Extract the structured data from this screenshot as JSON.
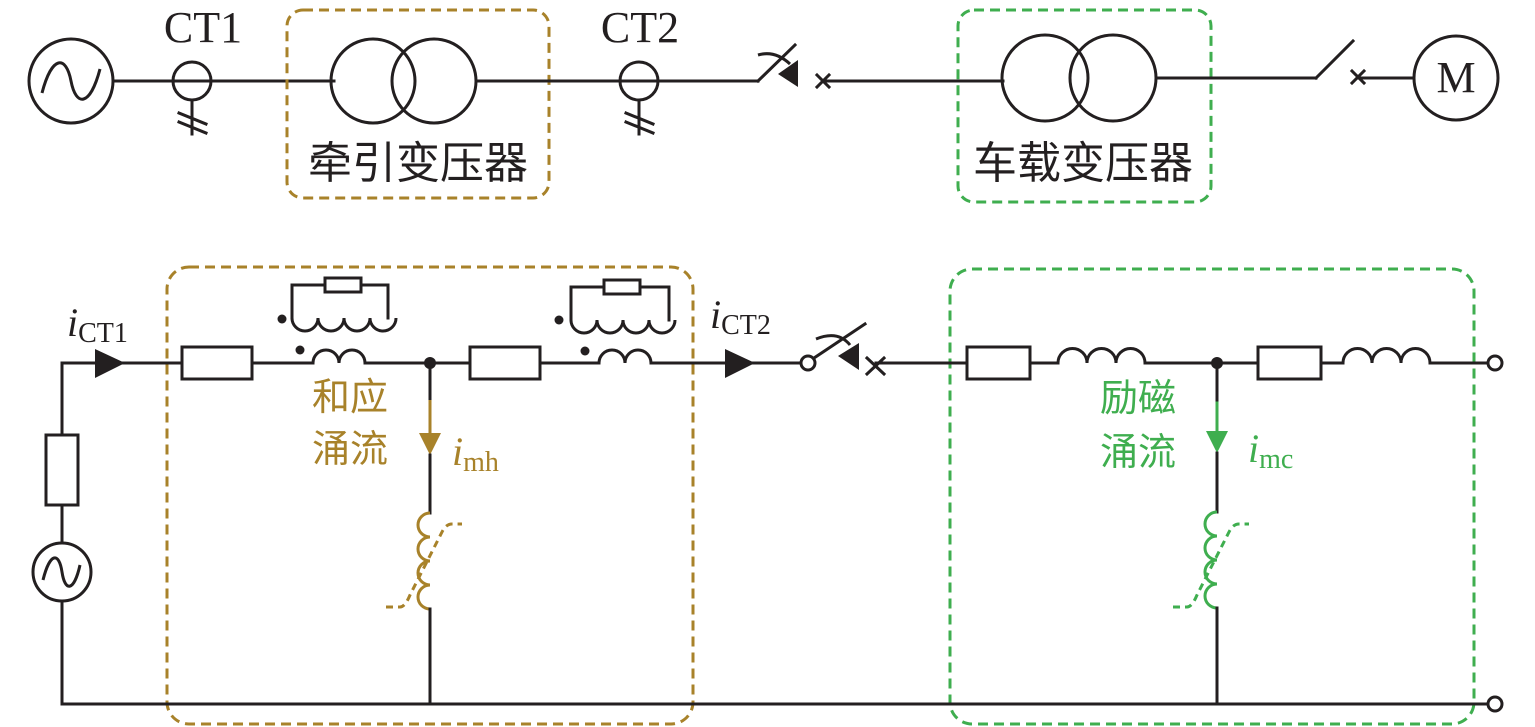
{
  "colors": {
    "line": "#231f20",
    "traction": "#a8822a",
    "onboard": "#3fae4f"
  },
  "top": {
    "ct1_label": "CT1",
    "ct2_label": "CT2",
    "traction_transformer_label": "牵引变压器",
    "onboard_transformer_label": "车载变压器",
    "motor_label": "M"
  },
  "bottom": {
    "i_ct1": {
      "main": "i",
      "sub": "CT1"
    },
    "i_ct2": {
      "main": "i",
      "sub": "CT2"
    },
    "i_mh": {
      "main": "i",
      "sub": "mh"
    },
    "i_mc": {
      "main": "i",
      "sub": "mc"
    },
    "sympathetic_inrush_line1": "和应",
    "sympathetic_inrush_line2": "涌流",
    "magnetizing_inrush_line1": "励磁",
    "magnetizing_inrush_line2": "涌流"
  }
}
